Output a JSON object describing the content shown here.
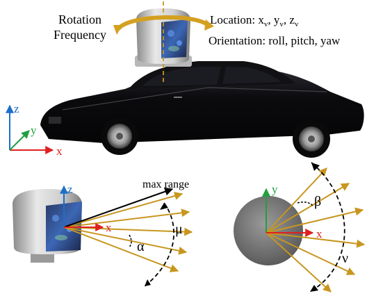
{
  "top_panel": {
    "rotation_line1": "Rotation",
    "rotation_line2": "Frequency",
    "location_label": "Location: x",
    "location_sub_x": "v",
    "location_sep1": ", y",
    "location_sub_y": "v",
    "location_sep2": ", z",
    "location_sub_z": "v",
    "orientation_label": "Orientation: roll, pitch, yaw",
    "axis_z": "z",
    "axis_y": "y",
    "axis_x": "x"
  },
  "side_view": {
    "axis_z": "z",
    "axis_x": "x",
    "max_range_label": "max range",
    "alpha_label": "α",
    "mu_label": "μ"
  },
  "top_view": {
    "axis_y": "y",
    "axis_x": "x",
    "beta_label": "β",
    "nu_label": "ν"
  },
  "colors": {
    "beam": "#c8961e",
    "axis_x": "#e02020",
    "axis_y": "#20a040",
    "axis_z": "#1e6ec8",
    "rotation_arrow": "#d4a020",
    "car_body": "#0d0d0f",
    "sensor_housing": "#c9c9c9"
  }
}
